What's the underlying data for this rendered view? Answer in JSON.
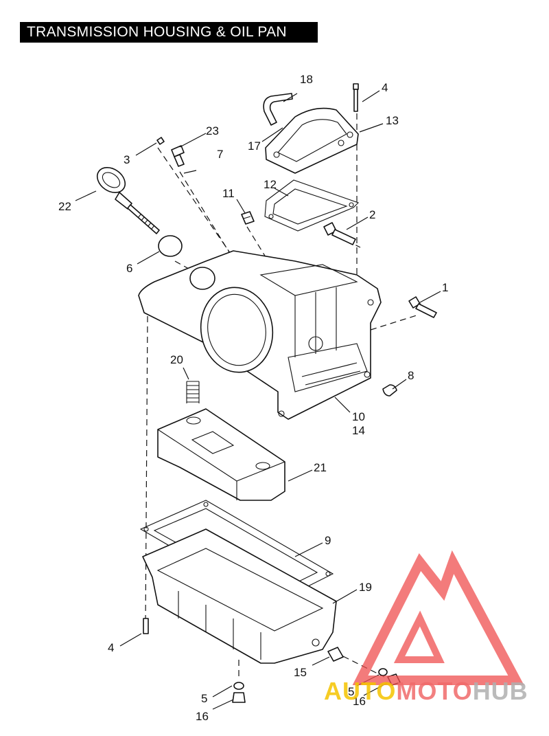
{
  "title": "TRANSMISSION HOUSING & OIL PAN",
  "callouts": {
    "c1": "1",
    "c2": "2",
    "c3": "3",
    "c4a": "4",
    "c4b": "4",
    "c5a": "5",
    "c5b": "5",
    "c6": "6",
    "c7": "7",
    "c8": "8",
    "c9": "9",
    "c10": "10",
    "c11": "11",
    "c12": "12",
    "c13": "13",
    "c14": "14",
    "c15": "15",
    "c16a": "16",
    "c16b": "16",
    "c17": "17",
    "c18": "18",
    "c19": "19",
    "c20": "20",
    "c21": "21",
    "c22": "22",
    "c23": "23"
  },
  "watermark": {
    "part1": "AUTO",
    "part2": "MOTO",
    "part3": "HUB",
    "color1": "#f5c400",
    "color2": "#f06a6a",
    "color3": "#b0b0b0",
    "logo_color": "#f05050"
  }
}
